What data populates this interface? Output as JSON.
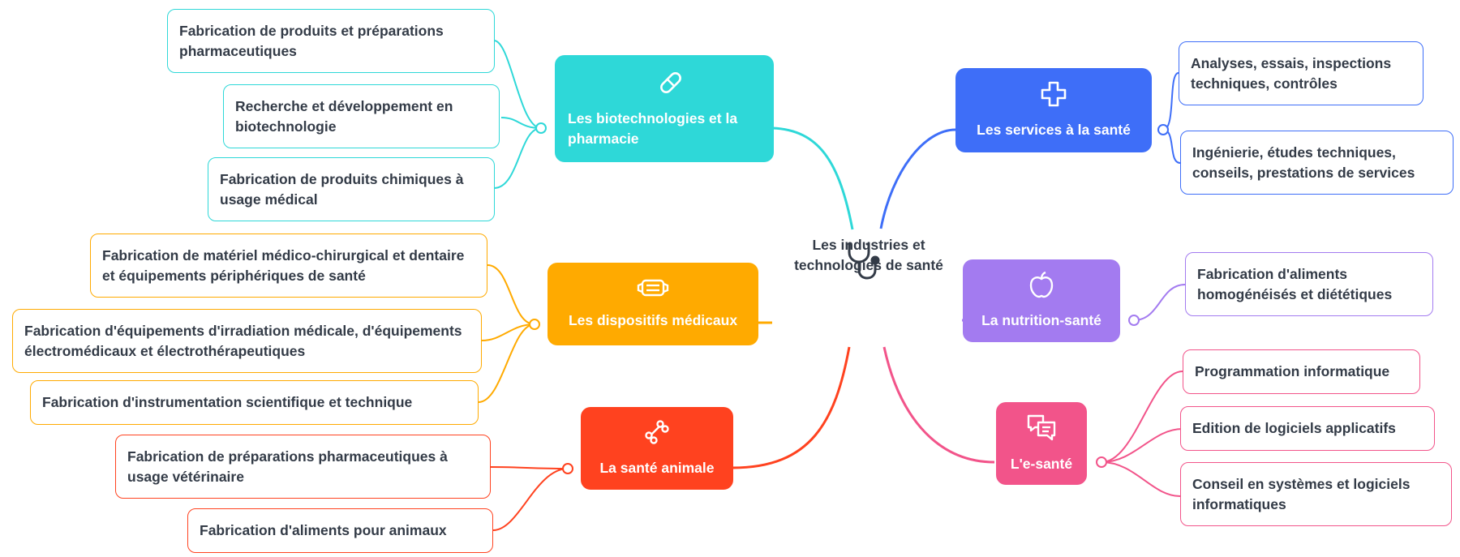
{
  "center": {
    "title": "Les industries et technologies de santé",
    "icon": "stethoscope-icon"
  },
  "branches": [
    {
      "label": "Les biotechnologies et la pharmacie",
      "color": "#2ed8d8",
      "icon": "pill-icon",
      "leaves": [
        "Fabrication de produits et préparations pharmaceutiques",
        "Recherche et développement en biotechnologie",
        "Fabrication de produits chimiques à usage médical"
      ]
    },
    {
      "label": "Les dispositifs médicaux",
      "color": "#ffaa00",
      "icon": "medical-mask-icon",
      "leaves": [
        "Fabrication de matériel médico-chirurgical et dentaire et équipements périphériques de santé",
        "Fabrication d'équipements d'irradiation médicale, d'équipements électromédicaux et électrothérapeutiques",
        "Fabrication d'instrumentation scientifique et technique"
      ]
    },
    {
      "label": "La santé animale",
      "color": "#ff421f",
      "icon": "bone-icon",
      "leaves": [
        "Fabrication de préparations pharmaceutiques à usage vétérinaire",
        "Fabrication d'aliments pour animaux"
      ]
    },
    {
      "label": "Les services à la santé",
      "color": "#3e6ef8",
      "icon": "plus-cross-icon",
      "leaves": [
        "Analyses, essais, inspections techniques, contrôles",
        "Ingénierie, études techniques, conseils, prestations de services"
      ]
    },
    {
      "label": "La nutrition-santé",
      "color": "#a37bf0",
      "icon": "apple-icon",
      "leaves": [
        "Fabrication d'aliments homogénéisés et diététiques"
      ]
    },
    {
      "label": "L'e-santé",
      "color": "#f2548a",
      "icon": "chat-bubbles-icon",
      "leaves": [
        "Programmation informatique",
        "Edition de logiciels applicatifs",
        "Conseil en systèmes et logiciels informatiques"
      ]
    }
  ]
}
